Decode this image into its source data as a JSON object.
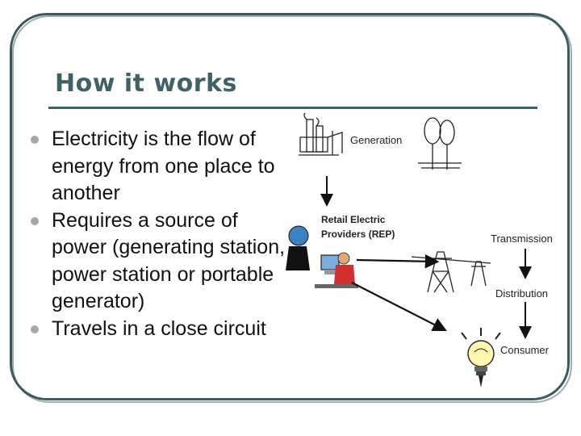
{
  "slide": {
    "title": "How it works",
    "bullets": [
      {
        "text": "Electricity is the flow of energy from one place to another"
      },
      {
        "text": "Requires a source of power (generating station, power station or portable generator)"
      },
      {
        "text": "Travels in a close circuit"
      }
    ]
  },
  "diagram": {
    "labels": {
      "generation": "Generation",
      "rep_line1": "Retail Electric",
      "rep_line2": "Providers (REP)",
      "transmission": "Transmission",
      "distribution": "Distribution",
      "consumer": "Consumer"
    }
  },
  "colors": {
    "accent": "#3e6266",
    "bullet": "#a7a7a7"
  }
}
